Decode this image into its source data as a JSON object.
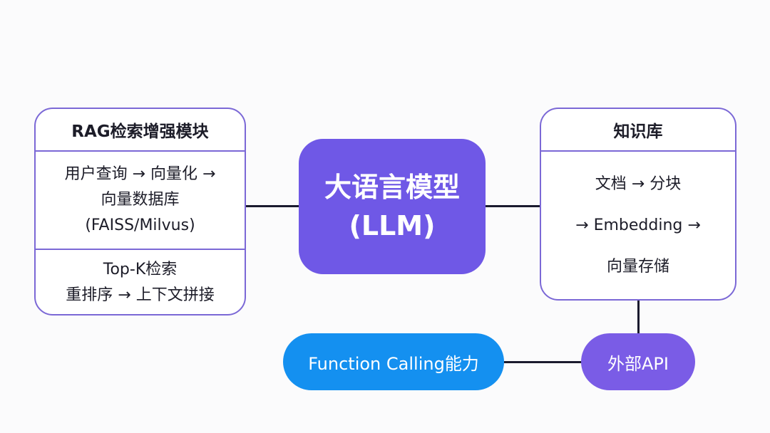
{
  "rag_module": {
    "title": "RAG检索增强模块",
    "section1": [
      "用户查询 → 向量化 →",
      "向量数据库",
      "(FAISS/Milvus)"
    ],
    "section2": [
      "Top-K检索",
      "重排序 → 上下文拼接"
    ]
  },
  "llm": {
    "line1": "大语言模型",
    "line2": "(LLM)"
  },
  "knowledge_base": {
    "title": "知识库",
    "lines": [
      "文档 → 分块",
      "→ Embedding →",
      "向量存储"
    ]
  },
  "function_calling": {
    "label": "Function Calling能力"
  },
  "external_api": {
    "label": "外部API"
  },
  "colors": {
    "llm": "#6f58e6",
    "function_calling": "#1490f0",
    "external_api": "#7a5ce6",
    "box_border": "#7b68d6"
  }
}
